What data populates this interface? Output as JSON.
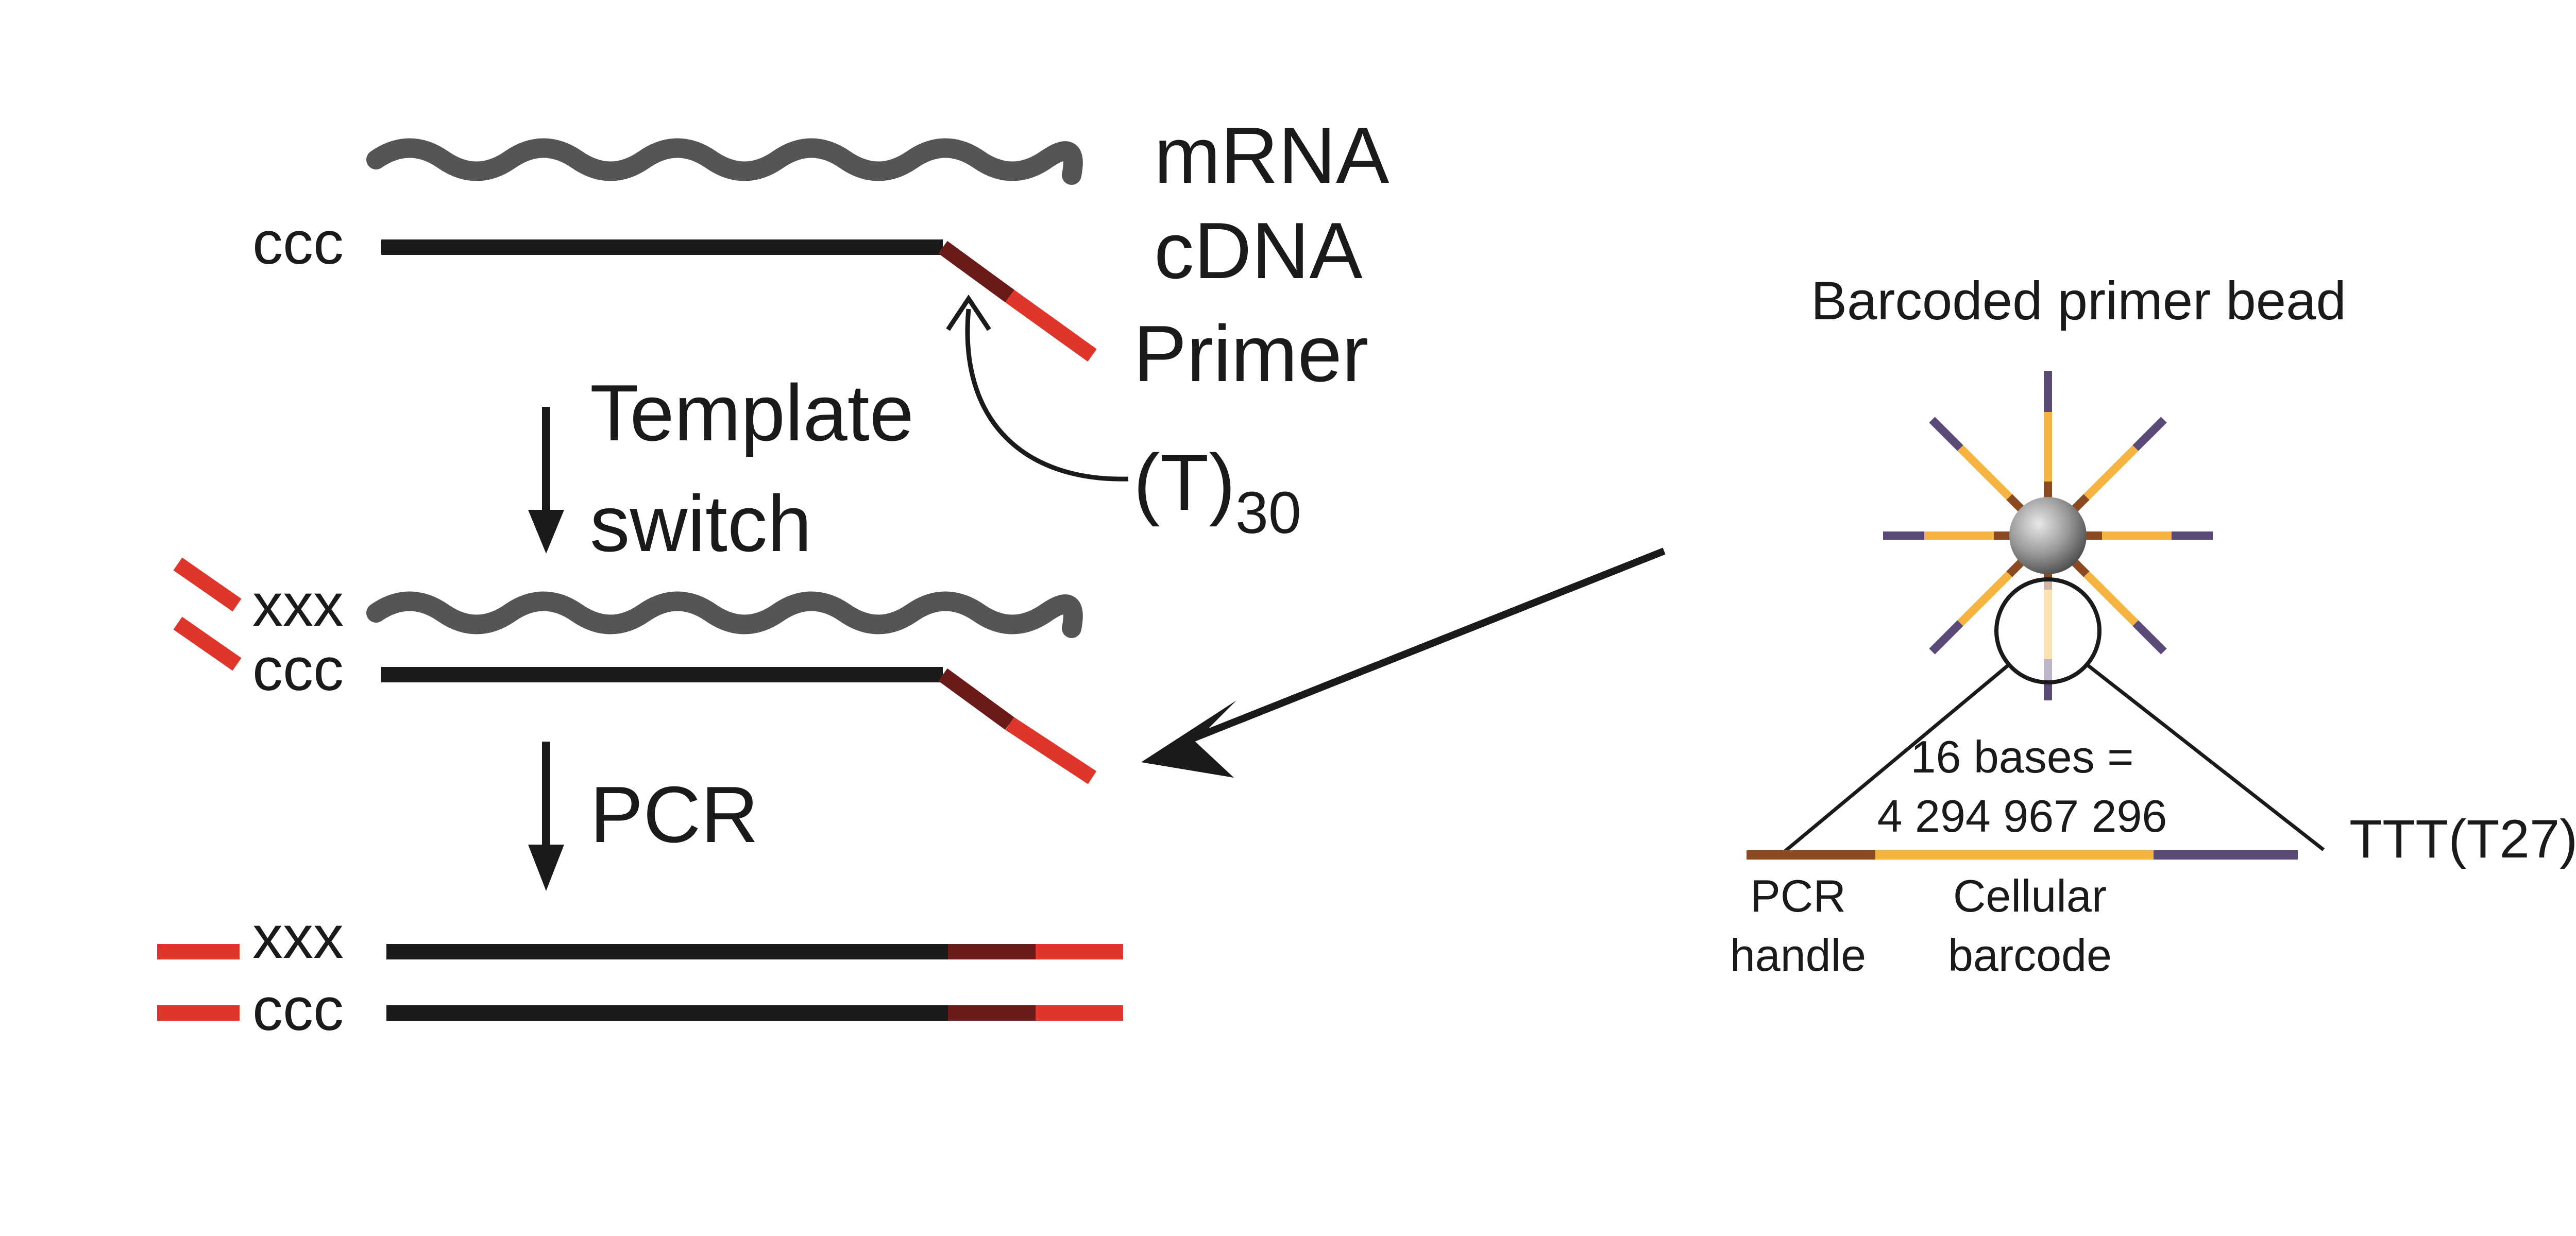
{
  "left_panel": {
    "mrna_label": "mRNA",
    "cdna_label": "cDNA",
    "primer_label": "Primer",
    "polyt_label": "(T)",
    "polyt_subscript": "30",
    "ccc_top": "ccc",
    "step1_line1": "Template",
    "step1_line2": "switch",
    "xxx_mid": "xxx",
    "ccc_mid": "ccc",
    "step2": "PCR",
    "xxx_bottom": "xxx",
    "ccc_bottom": "ccc"
  },
  "right_panel": {
    "title": "Barcoded primer bead",
    "bases_line1": "16 bases =",
    "bases_line2": "4 294 967 296",
    "tail_label": "TTT(T27)",
    "pcr_handle_line1": "PCR",
    "pcr_handle_line2": "handle",
    "cellular_barcode_line1": "Cellular",
    "cellular_barcode_line2": "barcode"
  },
  "colors": {
    "mrna": "#555555",
    "cdna": "#1a1a1a",
    "primer_red": "#e0352b",
    "primer_dark": "#6b1a1a",
    "handle_brown": "#8b4a22",
    "barcode_orange": "#f5b342",
    "tail_purple": "#5a4a78",
    "bead_gray": "#8a8a8a"
  }
}
